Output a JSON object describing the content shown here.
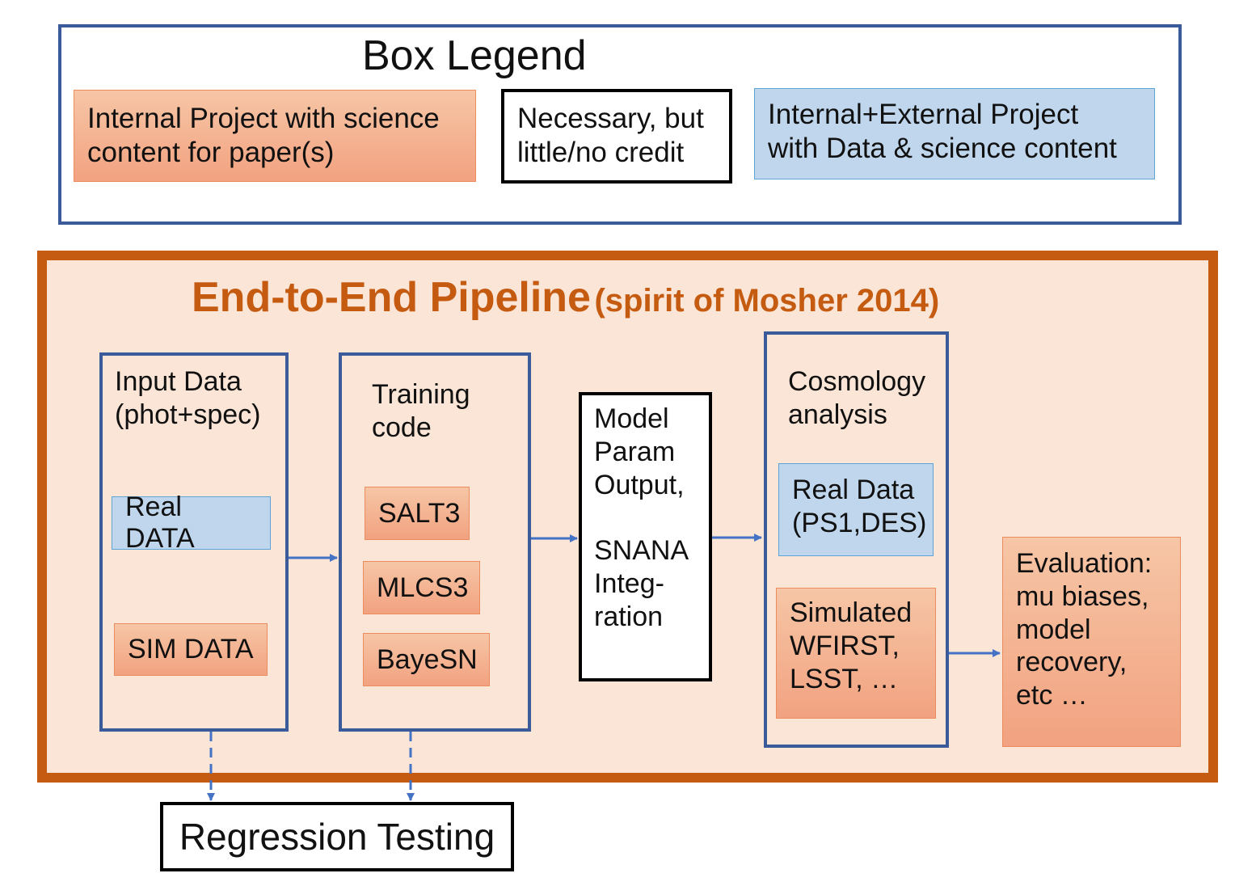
{
  "legend": {
    "title": "Box Legend",
    "internal_project": "Internal Project with science\ncontent for paper(s)",
    "necessary": "Necessary, but\nlittle/no credit",
    "internal_external_project": "Internal+External Project\nwith Data & science content"
  },
  "pipeline": {
    "title": "End-to-End Pipeline",
    "subtitle": "(spirit of Mosher 2014)",
    "input": {
      "label": "Input Data\n(phot+spec)",
      "real": "Real DATA",
      "sim": "SIM DATA"
    },
    "training": {
      "label": "Training\ncode",
      "items": [
        "SALT3",
        "MLCS3",
        "BayeSN"
      ]
    },
    "model": {
      "label": "Model\nParam\nOutput,\n\nSNANA\nInteg-\nration"
    },
    "cosmology": {
      "label": "Cosmology\nanalysis",
      "real": "Real Data\n(PS1,DES)",
      "sim": "Simulated\nWFIRST,\nLSST, …"
    },
    "evaluation": "Evaluation:\nmu biases,\nmodel\nrecovery,\netc …"
  },
  "regression": "Regression Testing",
  "colors": {
    "pipeline_border": "#c55a11",
    "pipeline_fill": "#fbe5d6",
    "stage_border": "#3a5a9a",
    "arrow": "#4472c4",
    "orange_box": "#f4b183",
    "blue_box": "#bdd7ee"
  }
}
